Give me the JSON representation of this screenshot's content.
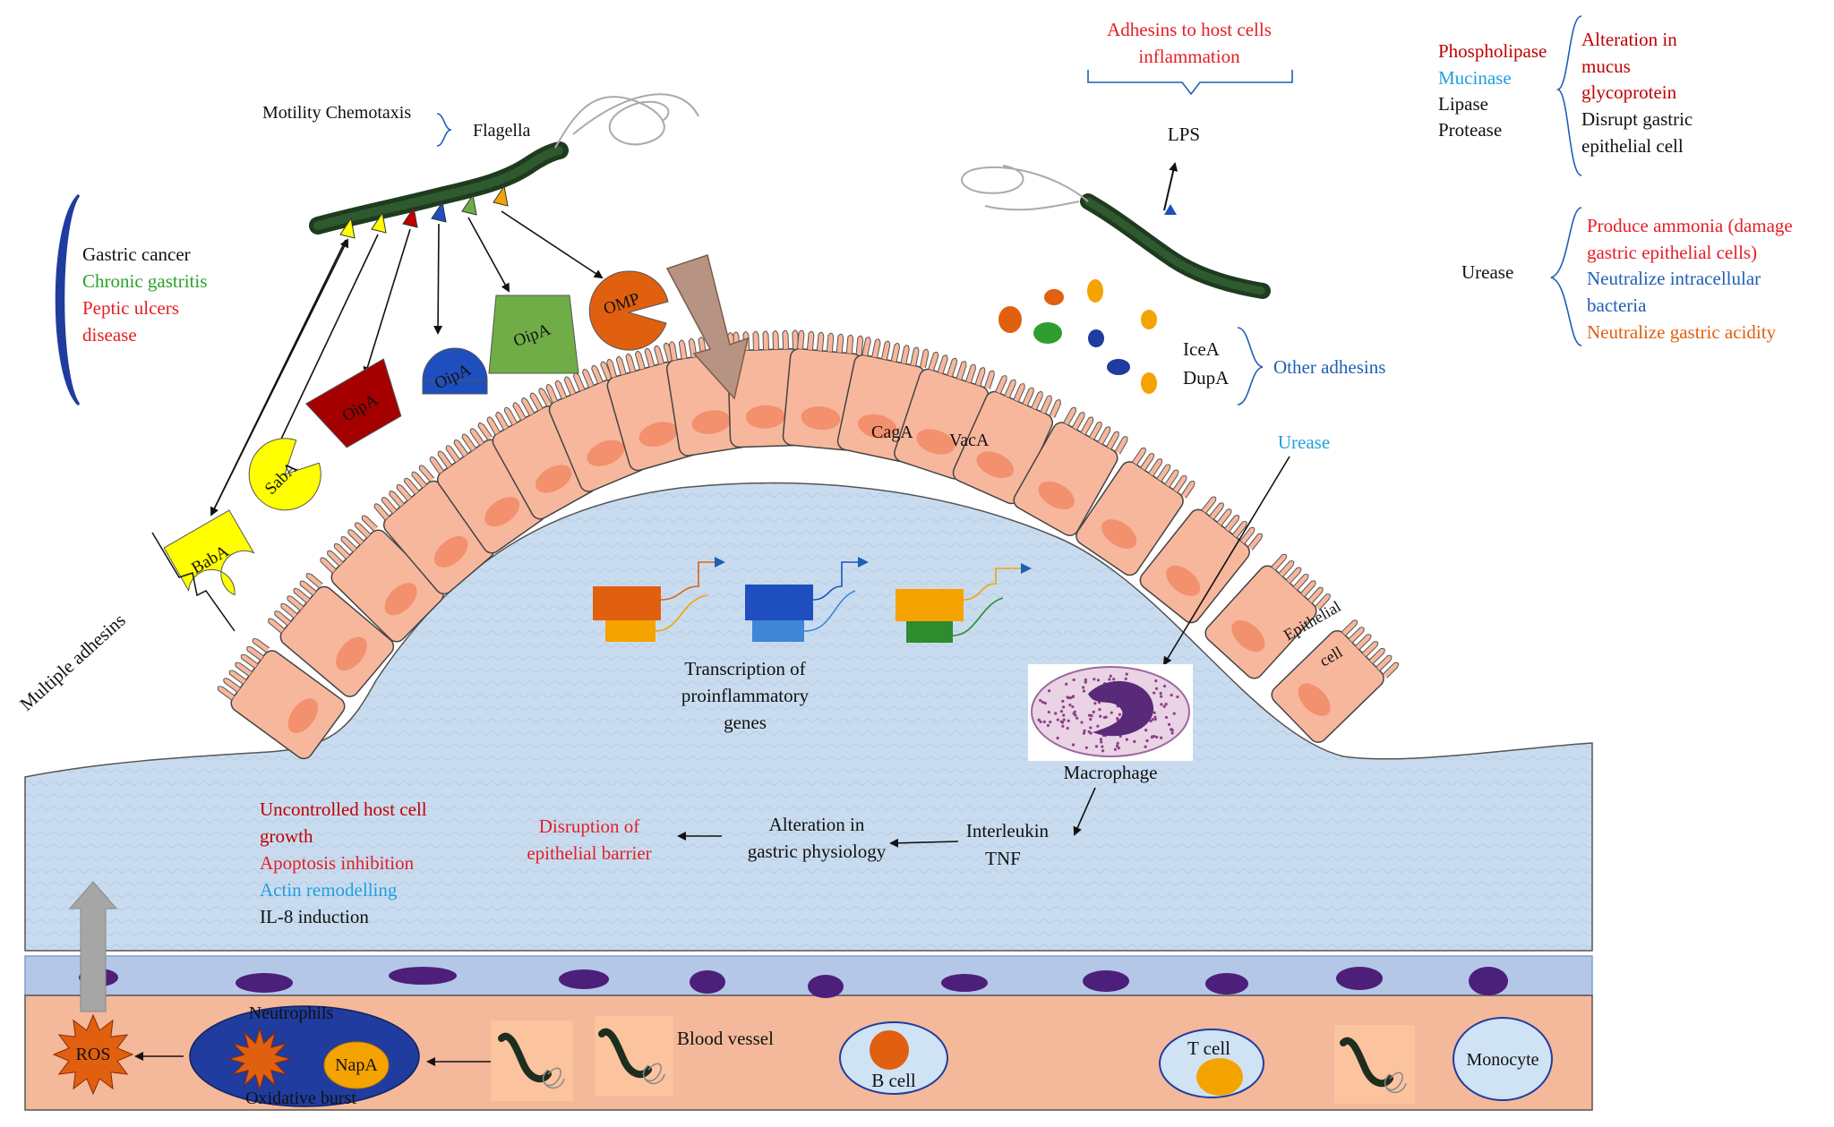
{
  "colors": {
    "red": "#e41e26",
    "darkred": "#c00000",
    "green": "#2ca02c",
    "cyan": "#1f9fe0",
    "blue": "#1f5fb5",
    "orange": "#e06010",
    "black": "#111111",
    "tissue": "#c9dcef",
    "cell": "#f7b79c",
    "vessel": "#f4b89a",
    "membrane": "#b4c7e7",
    "navy": "#1f3c9e"
  },
  "labels": {
    "motility": "Motility Chemotaxis",
    "flagella": "Flagella",
    "lps_top1": "Adhesins to host cells",
    "lps_top2": "inflammation",
    "lps": "LPS",
    "phospholipase": "Phospholipase",
    "mucinase": "Mucinase",
    "lipase": "Lipase",
    "protease": "Protease",
    "enzyme_eff1": "Alteration in",
    "enzyme_eff2": "mucus",
    "enzyme_eff3": "glycoprotein",
    "enzyme_eff4": "Disrupt gastric",
    "enzyme_eff5": "epithelial cell",
    "urease_right": "Urease",
    "urease_eff1": "Produce ammonia (damage",
    "urease_eff2": "gastric epithelial cells)",
    "urease_eff3": "Neutralize intracellular",
    "urease_eff4": "bacteria",
    "urease_eff5": "Neutralize gastric acidity",
    "disease1": "Gastric cancer",
    "disease2": "Chronic gastritis",
    "disease3": "Peptic ulcers",
    "disease4": "disease",
    "icea": "IceA",
    "dupa": "DupA",
    "other_adhesins": "Other adhesins",
    "urease_mid": "Urease",
    "caga": "CagA",
    "vaca": "VacA",
    "epithelial1": "Epithelial",
    "epithelial2": "cell",
    "multiple_adhesins": "Multiple adhesins",
    "adhesin_baba": "BabA",
    "adhesin_saba": "SabA",
    "adhesin_oipa1": "OipA",
    "adhesin_oipa2": "OipA",
    "adhesin_oipa3": "OipA",
    "adhesin_omp": "OMP",
    "transcription1": "Transcription of",
    "transcription2": "proinflammatory",
    "transcription3": "genes",
    "macrophage": "Macrophage",
    "interleukin": "Interleukin",
    "tnf": "TNF",
    "alteration1": "Alteration in",
    "alteration2": "gastric physiology",
    "disruption1": "Disruption of",
    "disruption2": "epithelial barrier",
    "effect1": "Uncontrolled host cell",
    "effect2": "growth",
    "effect3": "Apoptosis inhibition",
    "effect4": "Actin remodelling",
    "effect5": "IL-8 induction",
    "neutrophils": "Neutrophils",
    "oxidative": "Oxidative burst",
    "napa": "NapA",
    "ros": "ROS",
    "blood_vessel": "Blood vessel",
    "bcell": "B cell",
    "tcell": "T cell",
    "monocyte": "Monocyte"
  }
}
